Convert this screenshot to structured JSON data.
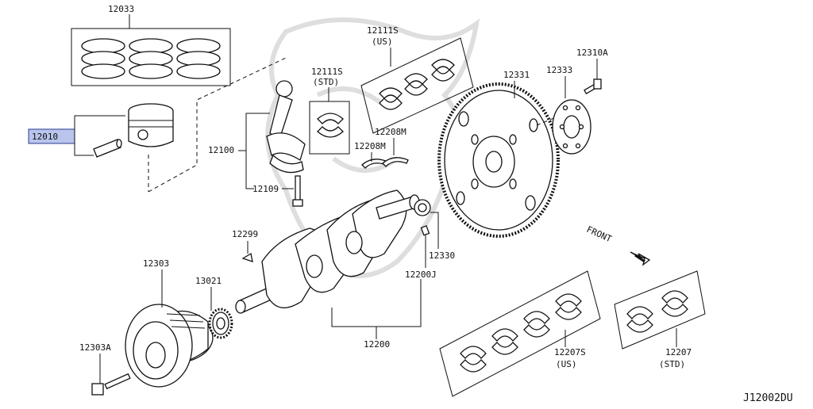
{
  "diagram_id": "J12002DU",
  "front_label": "FRONT",
  "parts": [
    {
      "key": "p12033",
      "number": "12033"
    },
    {
      "key": "p12010",
      "number": "12010",
      "highlighted": true,
      "highlight_color": "#b9c5ec"
    },
    {
      "key": "p12100",
      "number": "12100"
    },
    {
      "key": "p12109",
      "number": "12109"
    },
    {
      "key": "p12111s_std",
      "number": "12111S",
      "qualifier": "(STD)"
    },
    {
      "key": "p12111s_us",
      "number": "12111S",
      "qualifier": "(US)"
    },
    {
      "key": "p12208m_a",
      "number": "12208M"
    },
    {
      "key": "p12208m_b",
      "number": "12208M"
    },
    {
      "key": "p12331",
      "number": "12331"
    },
    {
      "key": "p12333",
      "number": "12333"
    },
    {
      "key": "p12310a",
      "number": "12310A"
    },
    {
      "key": "p12299",
      "number": "12299"
    },
    {
      "key": "p12303",
      "number": "12303"
    },
    {
      "key": "p13021",
      "number": "13021"
    },
    {
      "key": "p12303a",
      "number": "12303A"
    },
    {
      "key": "p12200",
      "number": "12200"
    },
    {
      "key": "p12200j",
      "number": "12200J"
    },
    {
      "key": "p12330",
      "number": "12330"
    },
    {
      "key": "p12207s",
      "number": "12207S",
      "qualifier": "(US)"
    },
    {
      "key": "p12207",
      "number": "12207",
      "qualifier": "(STD)"
    }
  ]
}
